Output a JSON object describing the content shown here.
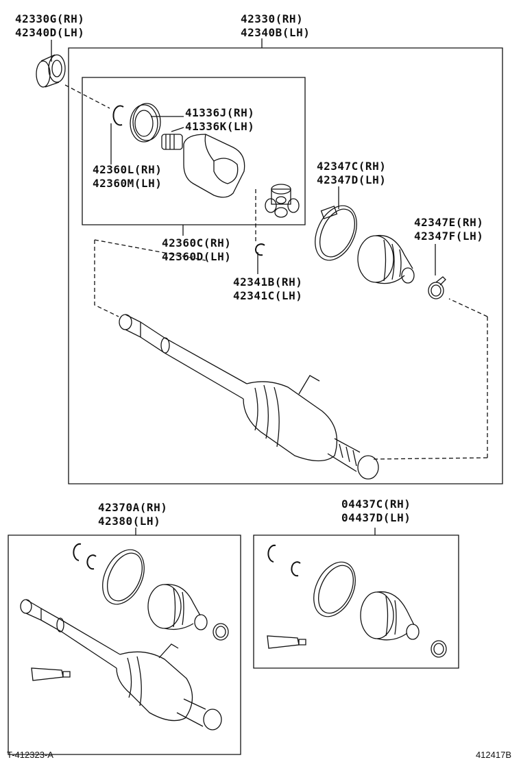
{
  "labels": {
    "bearing_rh": "42330G(RH)",
    "bearing_lh": "42340D(LH)",
    "shaft_assy_rh": "42330(RH)",
    "shaft_assy_lh": "42340B(LH)",
    "seal_rh": "41336J(RH)",
    "seal_lh": "41336K(LH)",
    "snap_ring_rh": "42360L(RH)",
    "snap_ring_lh": "42360M(LH)",
    "boot_band_rh": "42347C(RH)",
    "boot_band_lh": "42347D(LH)",
    "small_band_rh": "42347E(RH)",
    "small_band_lh": "42347F(LH)",
    "inboard_joint_rh": "42360C(RH)",
    "inboard_joint_lh": "42360D(LH)",
    "clip_rh": "42341B(RH)",
    "clip_lh": "42341C(LH)",
    "outboard_assy_rh": "42370A(RH)",
    "outboard_assy_lh": "42380(LH)",
    "boot_kit_rh": "04437C(RH)",
    "boot_kit_lh": "04437D(LH)"
  },
  "footer": {
    "left_code": "T-412323-A",
    "right_code": "412417B"
  }
}
